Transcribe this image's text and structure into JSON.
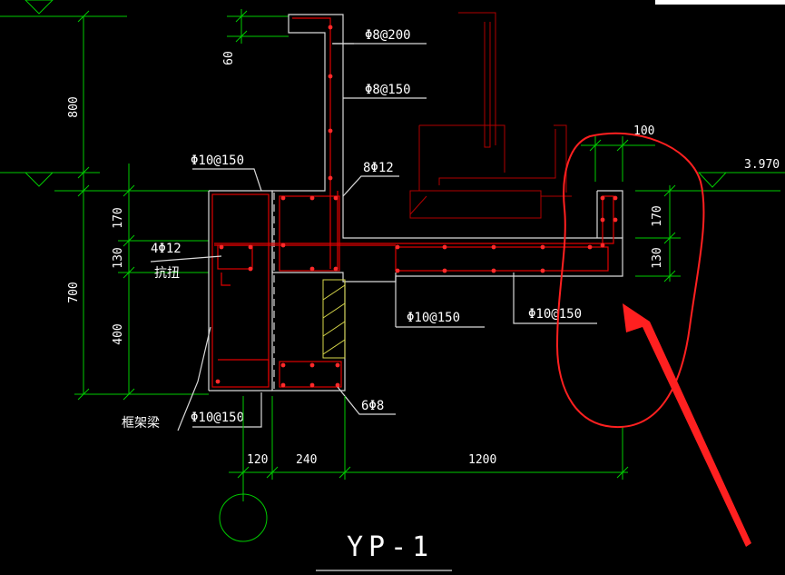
{
  "drawing": {
    "title": "YP-1",
    "elevation": "3.970",
    "vertical_dims": {
      "top_800": "800",
      "top_60": "60",
      "left_700": "700",
      "mid_170": "170",
      "mid_130": "130",
      "mid_400": "400",
      "right_170": "170",
      "right_130": "130"
    },
    "horizontal_dims": {
      "d120": "120",
      "d240": "240",
      "d1200": "1200",
      "d100": "100"
    },
    "rebar_labels": {
      "phi8_200": "Φ8@200",
      "phi8_150": "Φ8@150",
      "phi10_150_top": "Φ10@150",
      "eight_phi12": "8Φ12",
      "four_phi12": "4Φ12",
      "anti_torsion": "抗扭",
      "phi10_150_mid": "Φ10@150",
      "phi10_150_right": "Φ10@150",
      "six_phi8": "6Φ8",
      "frame_beam": "框架梁",
      "phi10_150_bottom": "Φ10@150"
    },
    "colors": {
      "background": "#000000",
      "dimension": "#00cc00",
      "outline": "#d9d9d9",
      "rebar": "#e00000",
      "highlight": "#ff2a2a"
    }
  }
}
